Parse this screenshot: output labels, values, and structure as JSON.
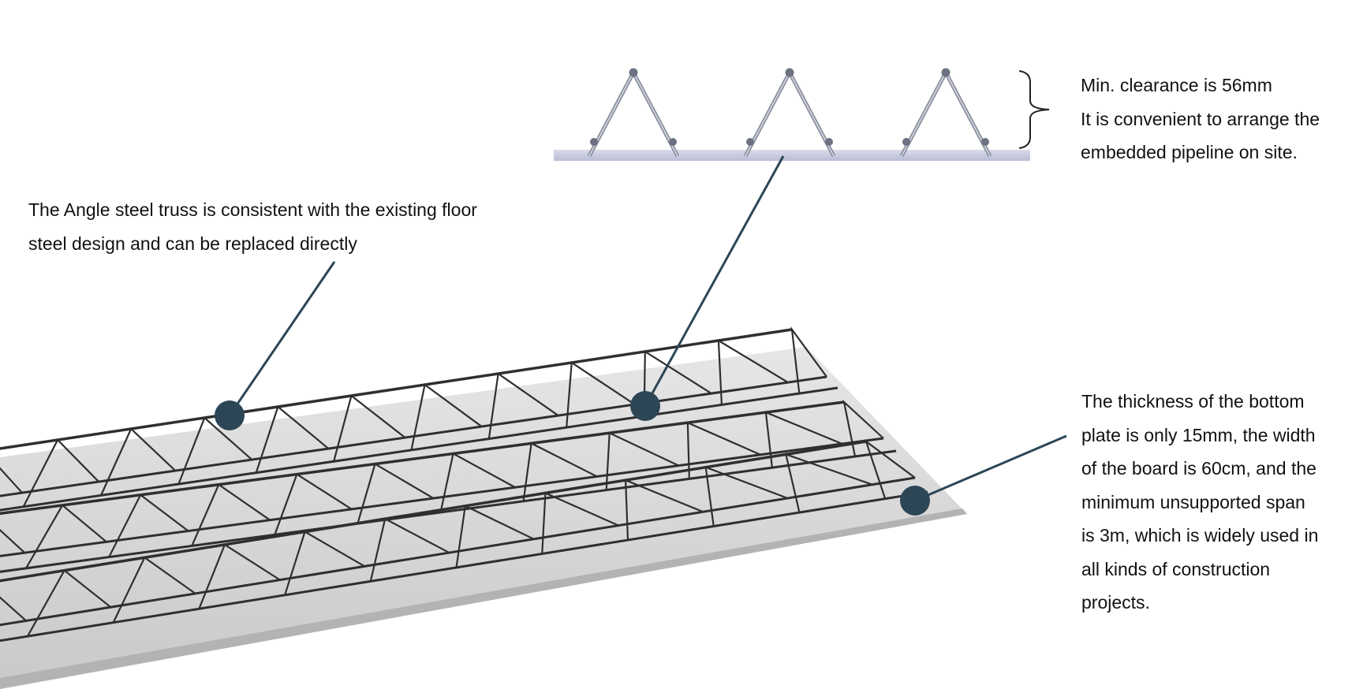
{
  "callouts": {
    "clearance": {
      "lines": [
        "Min. clearance is 56mm",
        "It is convenient to arrange the",
        "embedded pipeline on site."
      ]
    },
    "angle_truss": {
      "lines": [
        "The Angle steel truss is consistent with the existing floor",
        "steel design and can be replaced directly"
      ]
    },
    "bottom_plate": {
      "lines": [
        "The thickness of the bottom",
        "plate is only 15mm, the width",
        "of the board is 60cm, and the",
        "minimum unsupported span",
        "is 3m, which is widely used in",
        "all kinds of construction",
        "projects."
      ]
    }
  },
  "colors": {
    "marker": "#2c4656",
    "leader": "#2c4656",
    "plate": "#d8d8d8",
    "rebar": "#2f2f2f",
    "section_plate": "#c5c8dc",
    "section_truss": "#8a8f9c"
  }
}
